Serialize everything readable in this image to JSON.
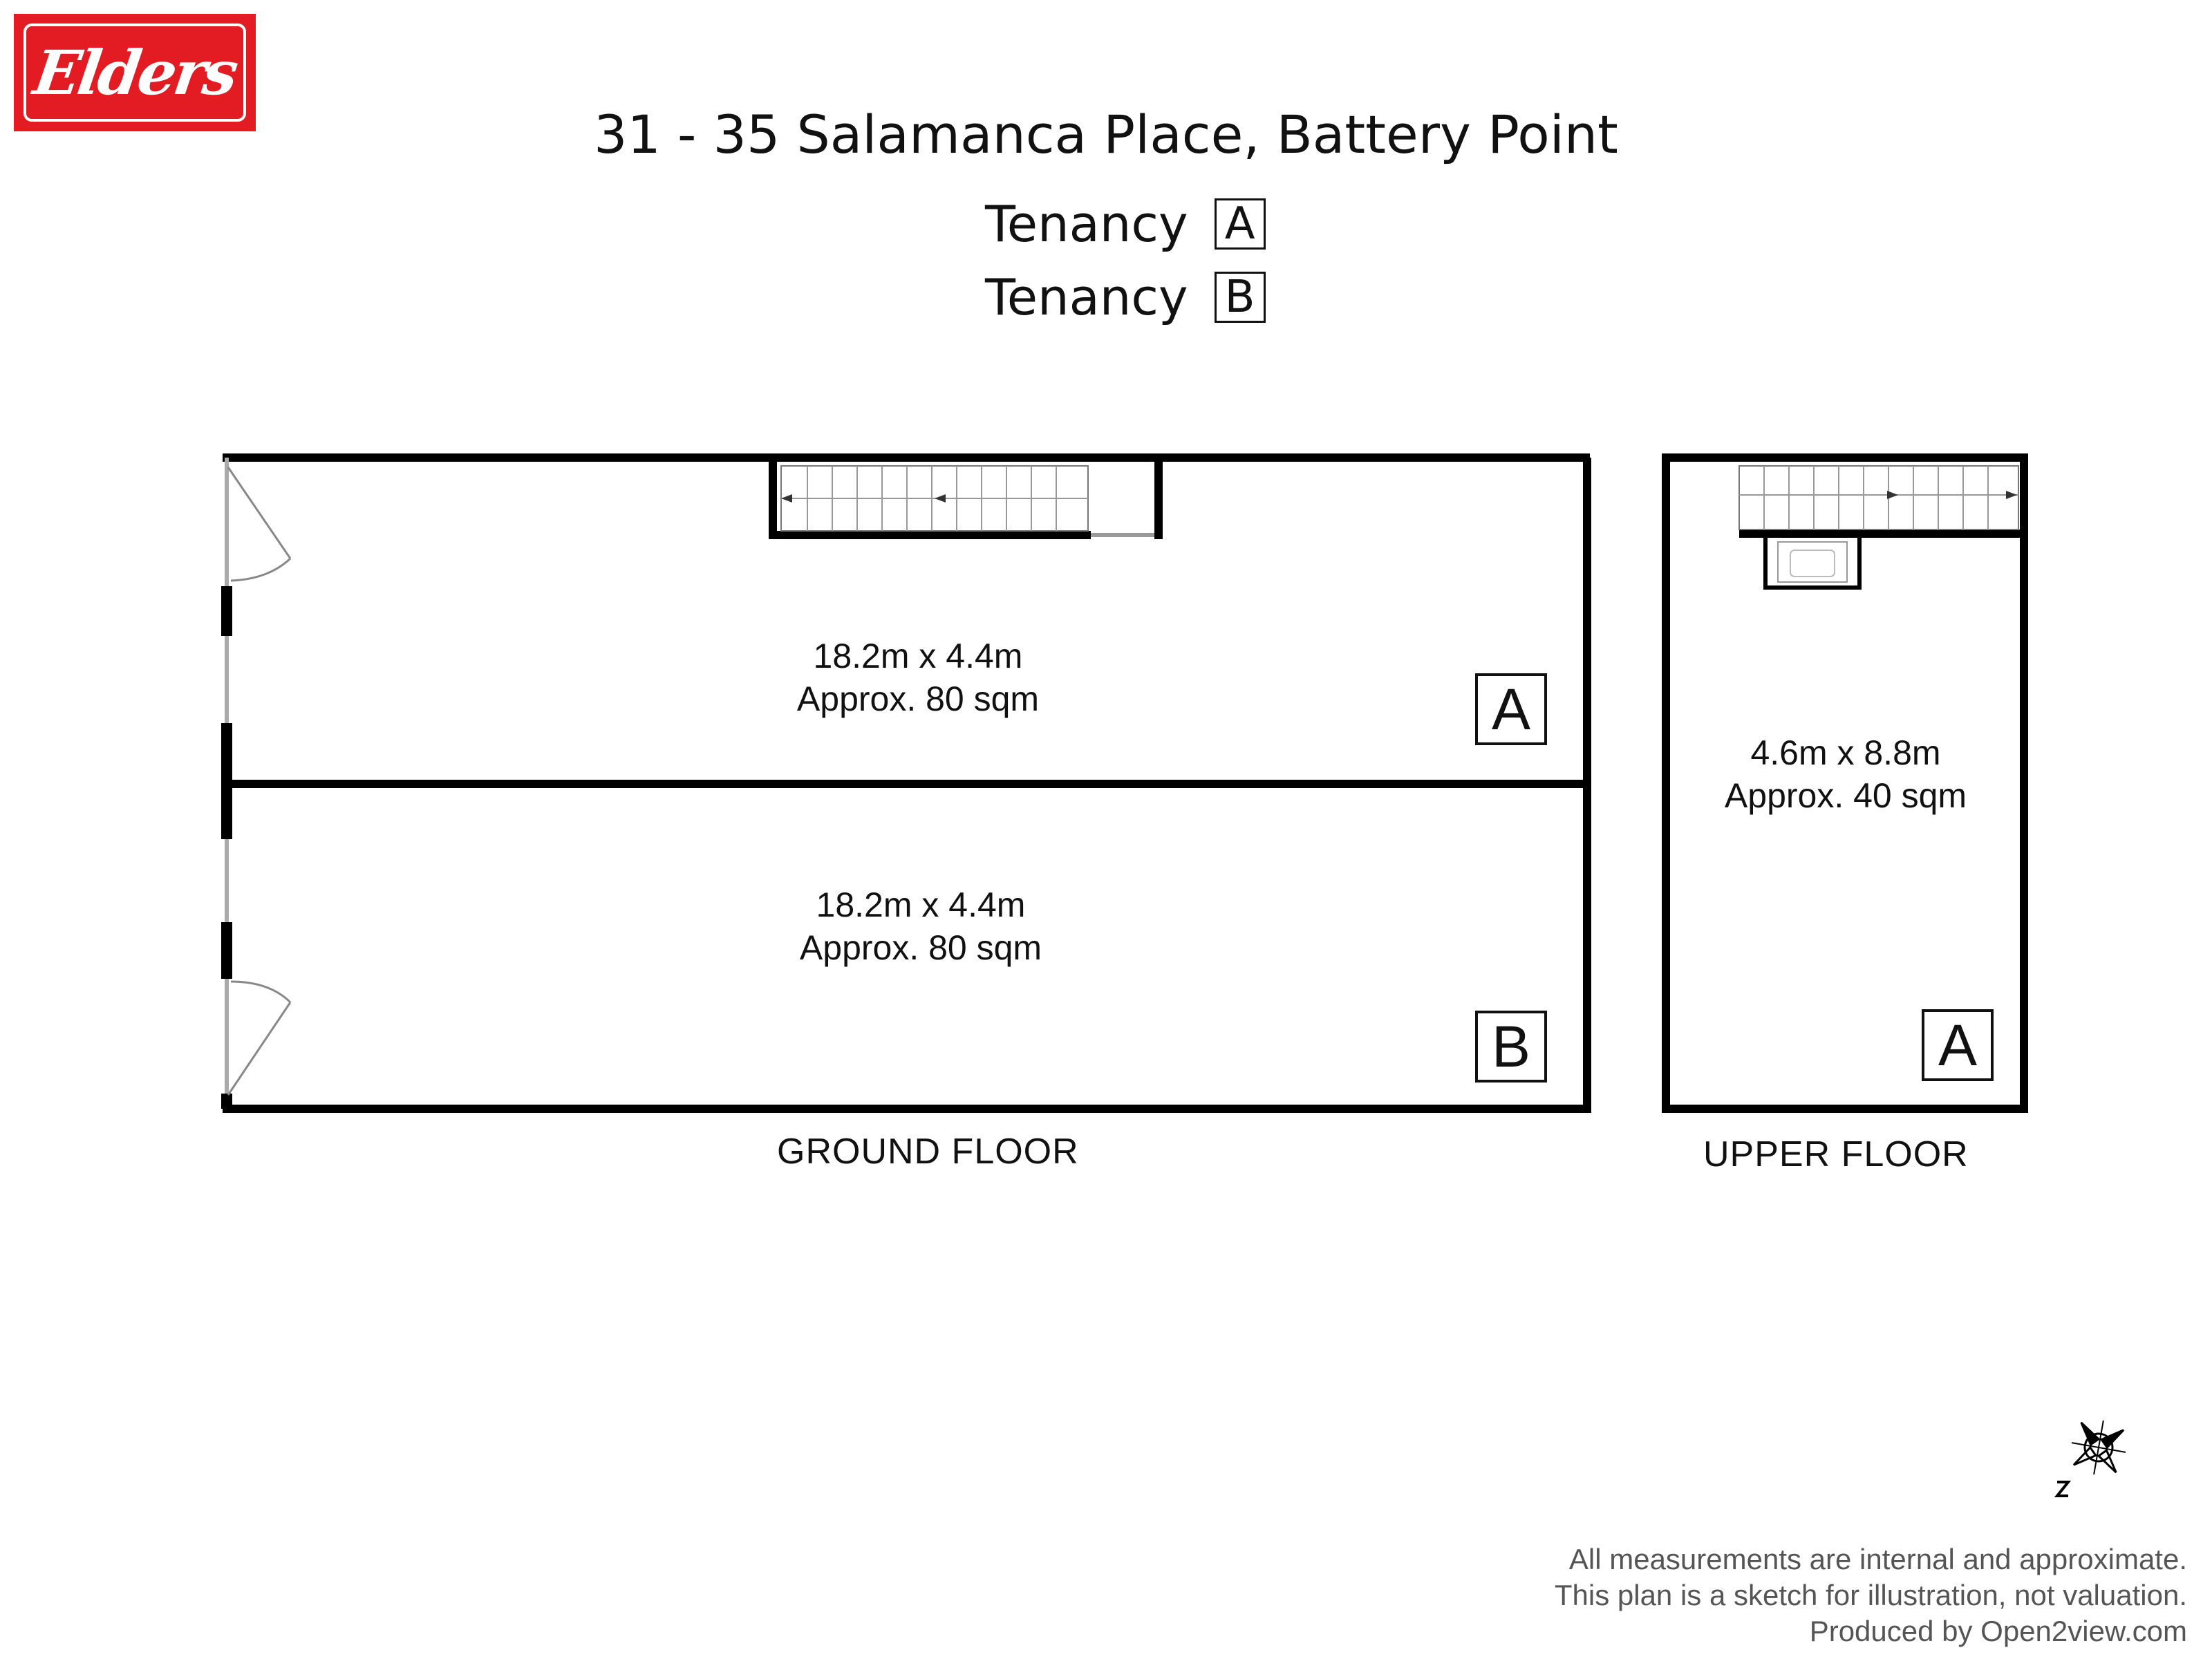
{
  "brand": {
    "logo_text": "Elders",
    "color": "#e31c23"
  },
  "title": "31 - 35 Salamanca Place, Battery Point",
  "legend": [
    {
      "label": "Tenancy",
      "tag": "A"
    },
    {
      "label": "Tenancy",
      "tag": "B"
    }
  ],
  "ground_floor": {
    "label": "GROUND FLOOR",
    "rooms": [
      {
        "dimensions": "18.2m x 4.4m",
        "area": "Approx. 80 sqm",
        "tenancy": "A"
      },
      {
        "dimensions": "18.2m x 4.4m",
        "area": "Approx. 80 sqm",
        "tenancy": "B"
      }
    ]
  },
  "upper_floor": {
    "label": "UPPER FLOOR",
    "rooms": [
      {
        "dimensions": "4.6m x 8.8m",
        "area": "Approx. 40 sqm",
        "tenancy": "A"
      }
    ]
  },
  "compass_icon": "north-arrow-icon",
  "disclaimer": [
    "All measurements are internal and approximate.",
    "This plan is a sketch for illustration, not valuation.",
    "Produced by Open2view.com"
  ]
}
